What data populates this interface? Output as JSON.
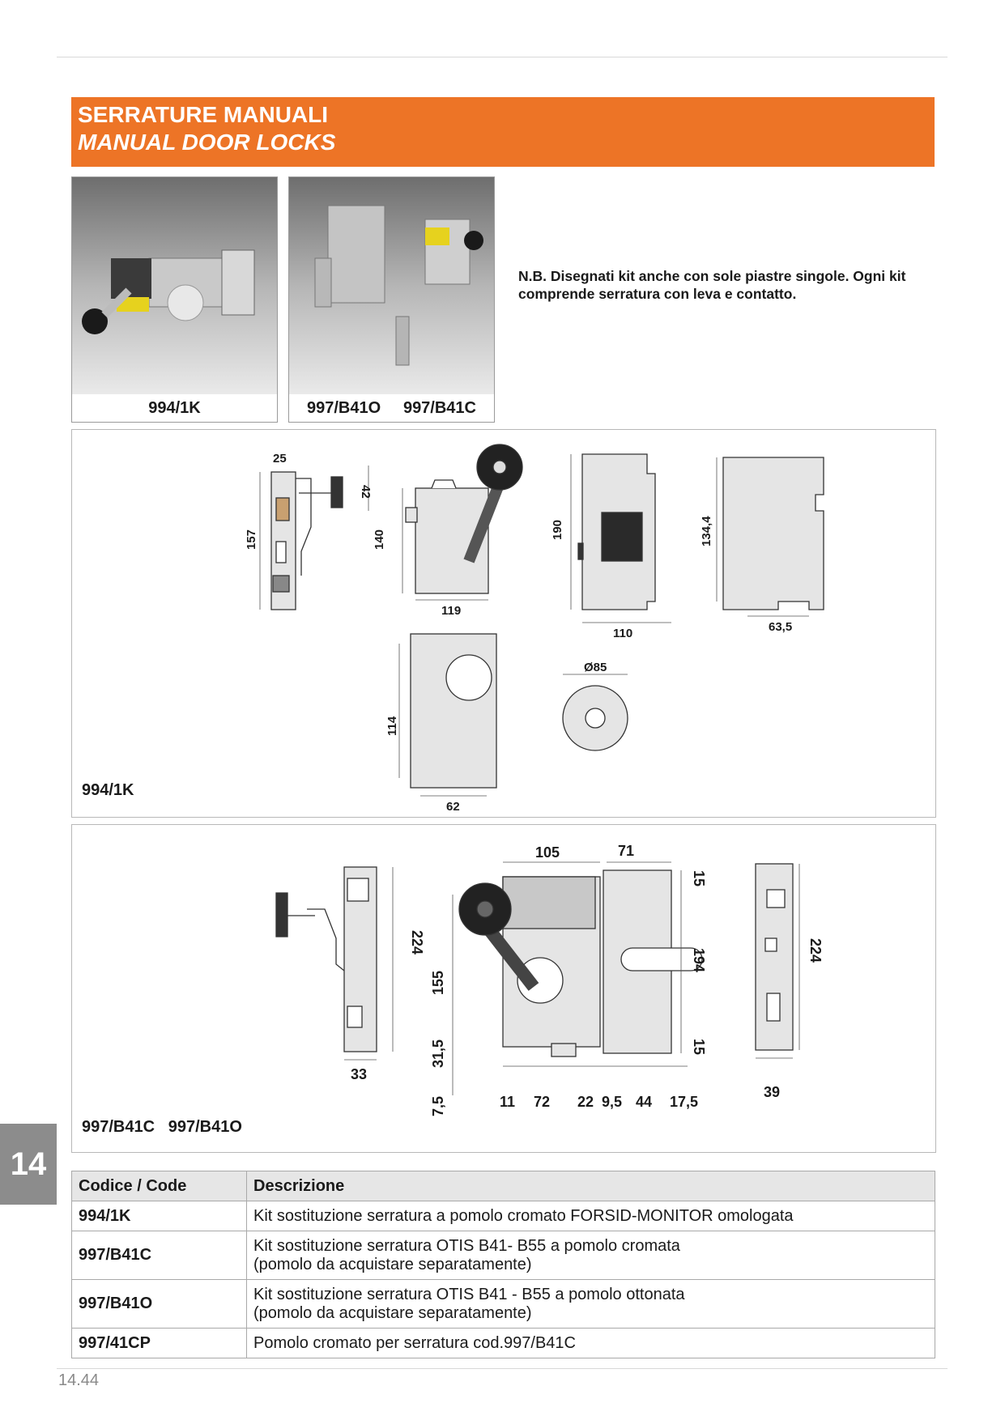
{
  "header": {
    "title_it": "SERRATURE MANUALI",
    "title_en": "MANUAL DOOR LOCKS"
  },
  "photos": [
    {
      "caption": "994/1K"
    },
    {
      "caption": "997/B41O     997/B41C"
    }
  ],
  "note": "N.B. Disegnati kit anche con sole piastre singole. Ogni kit comprende serratura con leva e contatto.",
  "drawing1": {
    "label": "994/1K",
    "dims": [
      "25",
      "42",
      "157",
      "140",
      "119",
      "190",
      "110",
      "134,4",
      "63,5",
      "114",
      "62",
      "Ø85"
    ]
  },
  "drawing2": {
    "label": "997/B41C   997/B41O",
    "dims": [
      "224",
      "33",
      "105",
      "71",
      "15",
      "194",
      "15",
      "155",
      "31,5",
      "7,5",
      "11",
      "72",
      "22",
      "9,5",
      "44",
      "17,5",
      "224",
      "39"
    ]
  },
  "side_tab": "14",
  "table": {
    "headers": [
      "Codice / Code",
      "Descrizione"
    ],
    "rows": [
      {
        "code": "994/1K",
        "desc1": "Kit sostituzione serratura a pomolo cromato FORSID-MONITOR omologata",
        "desc2": ""
      },
      {
        "code": "997/B41C",
        "desc1": "Kit sostituzione serratura OTIS B41- B55 a pomolo cromata",
        "desc2": "(pomolo da acquistare separatamente)"
      },
      {
        "code": "997/B41O",
        "desc1": "Kit sostituzione serratura OTIS B41 - B55 a pomolo ottonata",
        "desc2": "(pomolo da acquistare separatamente)"
      },
      {
        "code": "997/41CP",
        "desc1": "Pomolo cromato per serratura cod.997/B41C",
        "desc2": ""
      }
    ]
  },
  "page_number": "14.44",
  "colors": {
    "accent": "#ed7426",
    "tab": "#8c8c8c"
  }
}
